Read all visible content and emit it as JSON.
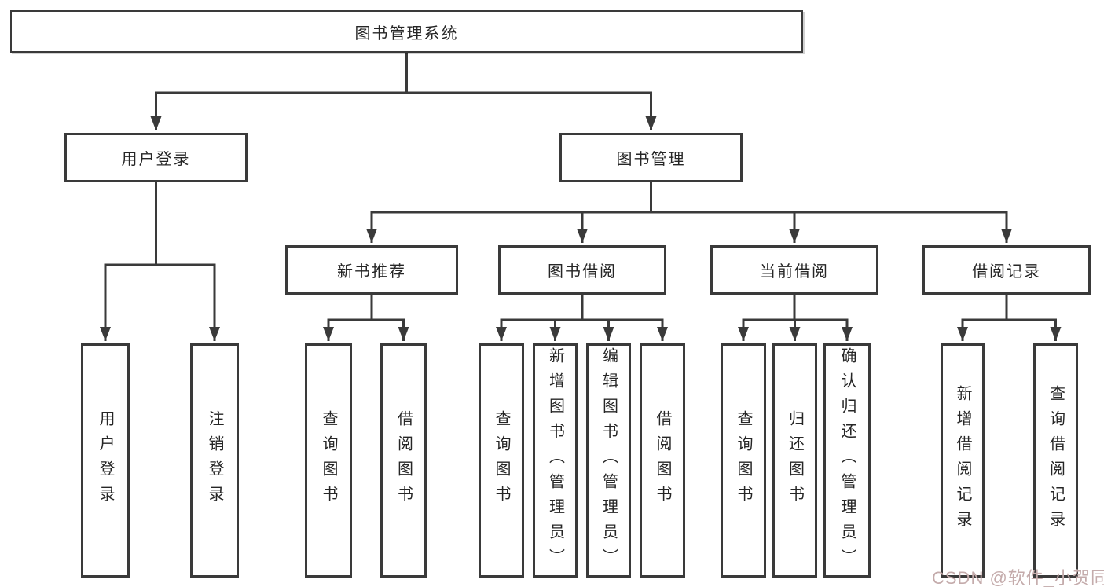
{
  "diagram": {
    "root_label": "图书管理系统",
    "level2": {
      "user_login": "用户登录",
      "book_mgmt": "图书管理"
    },
    "level3": {
      "new_book": "新书推荐",
      "book_borrow": "图书借阅",
      "current_borrow": "当前借阅",
      "borrow_record": "借阅记录"
    },
    "leaves": {
      "user_login": [
        "用户登录",
        "注销登录"
      ],
      "new_book": [
        "查询图书",
        "借阅图书"
      ],
      "book_borrow": [
        "查询图书",
        "新增图书（管理员）",
        "编辑图书（管理员）",
        "借阅图书"
      ],
      "current_borrow": [
        "查询图书",
        "归还图书",
        "确认归还（管理员）"
      ],
      "borrow_record": [
        "新增借阅记录",
        "查询借阅记录"
      ]
    }
  },
  "watermark": {
    "text": "CSDN @软件_小贺同学"
  },
  "colors": {
    "line": "#3a3a3a",
    "box_background": "#ffffff",
    "text": "#262626",
    "watermark": "#c4abab"
  }
}
